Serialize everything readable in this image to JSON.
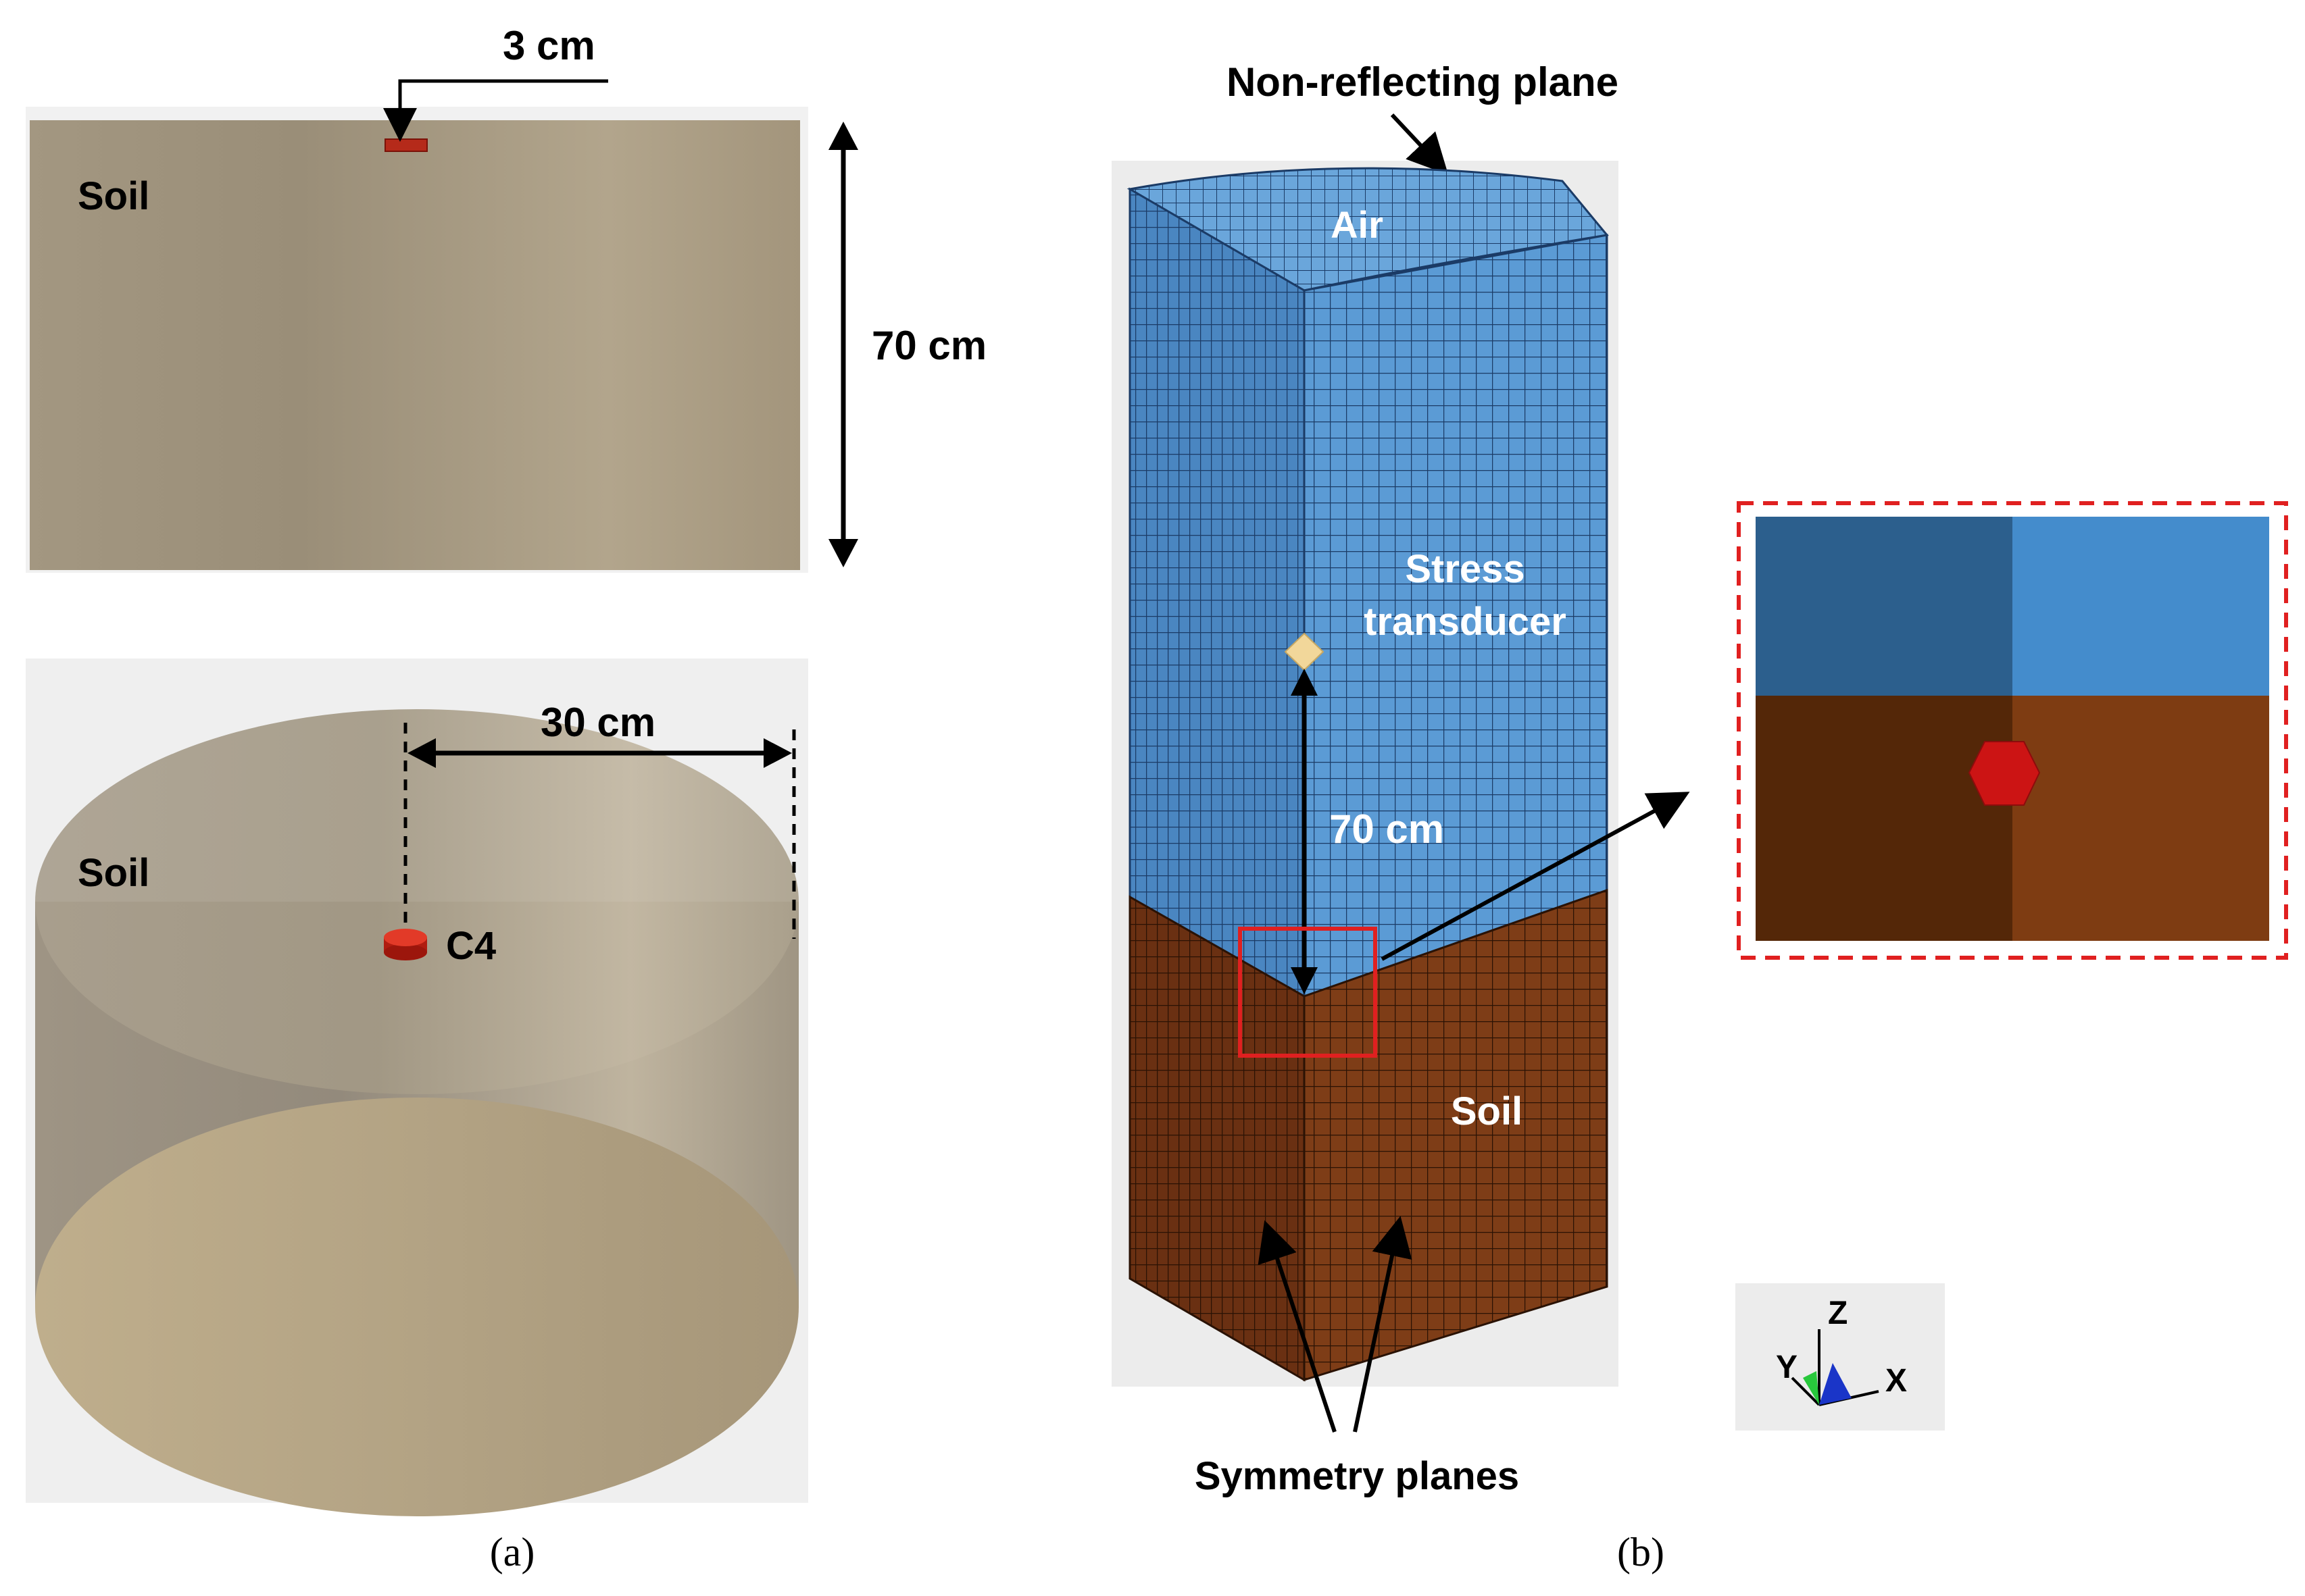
{
  "panel_a": {
    "side_view": {
      "soil_label": "Soil",
      "sensor_depth": "3 cm",
      "height": "70 cm"
    },
    "perspective_view": {
      "soil_label": "Soil",
      "radius": "30 cm",
      "sensor_label": "C4"
    },
    "caption": "(a)"
  },
  "panel_b": {
    "top_boundary": "Non-reflecting plane",
    "air_label": "Air",
    "transducer_label_line1": "Stress",
    "transducer_label_line2": "transducer",
    "depth": "70 cm",
    "soil_label": "Soil",
    "side_boundary": "Symmetry planes",
    "axes": {
      "z": "Z",
      "y": "Y",
      "x": "X"
    },
    "caption": "(b)"
  },
  "colors": {
    "soil_tan": "#a89a82",
    "air_mesh": "#5b9bd5",
    "soil_mesh": "#7a3b16",
    "sensor_red": "#cc1414",
    "transducer_marker": "#f2d79a",
    "zoom_frame": "#e02020"
  }
}
